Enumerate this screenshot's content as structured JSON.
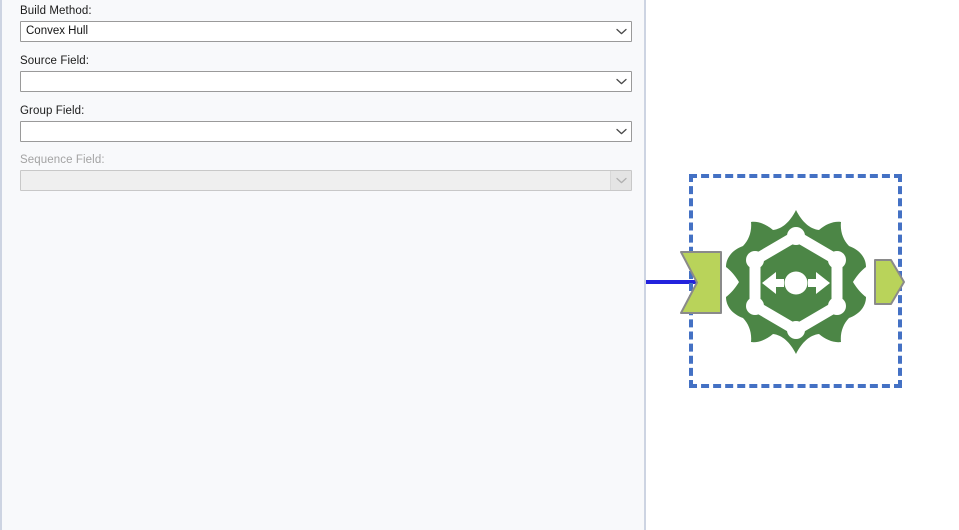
{
  "panel": {
    "name": "tool-parameters-panel",
    "fields": [
      {
        "key": "build_method",
        "label": "Build Method:",
        "value": "Convex Hull",
        "placeholder": "",
        "enabled": true
      },
      {
        "key": "source_field",
        "label": "Source Field:",
        "value": "",
        "placeholder": "",
        "enabled": true
      },
      {
        "key": "group_field",
        "label": "Group Field:",
        "value": "",
        "placeholder": "",
        "enabled": true
      },
      {
        "key": "sequence_field",
        "label": "Sequence Field:",
        "value": "",
        "placeholder": "",
        "enabled": false
      }
    ]
  },
  "canvas": {
    "name": "workflow-canvas",
    "node": {
      "name": "build-polygons-tool-node",
      "selected": true,
      "icon_name": "build-polygons-tool-icon",
      "input_port_label": "Input",
      "output_port_label": "Output",
      "connector_label": "Incoming connection"
    }
  },
  "colors": {
    "panel_background": "#f8f9fb",
    "panel_divider": "#cdd4e2",
    "canvas_background": "#ffffff",
    "label_text": "#1b1b1b",
    "label_text_disabled": "#a3a3a3",
    "combo_border": "#9a9a9a",
    "combo_disabled_fill": "#efefef",
    "selection_dash": "#4471c4",
    "connector_blue": "#2222dd",
    "icon_green": "#4c8646",
    "port_green": "#b9d35a",
    "port_border": "#8a8a8a"
  }
}
